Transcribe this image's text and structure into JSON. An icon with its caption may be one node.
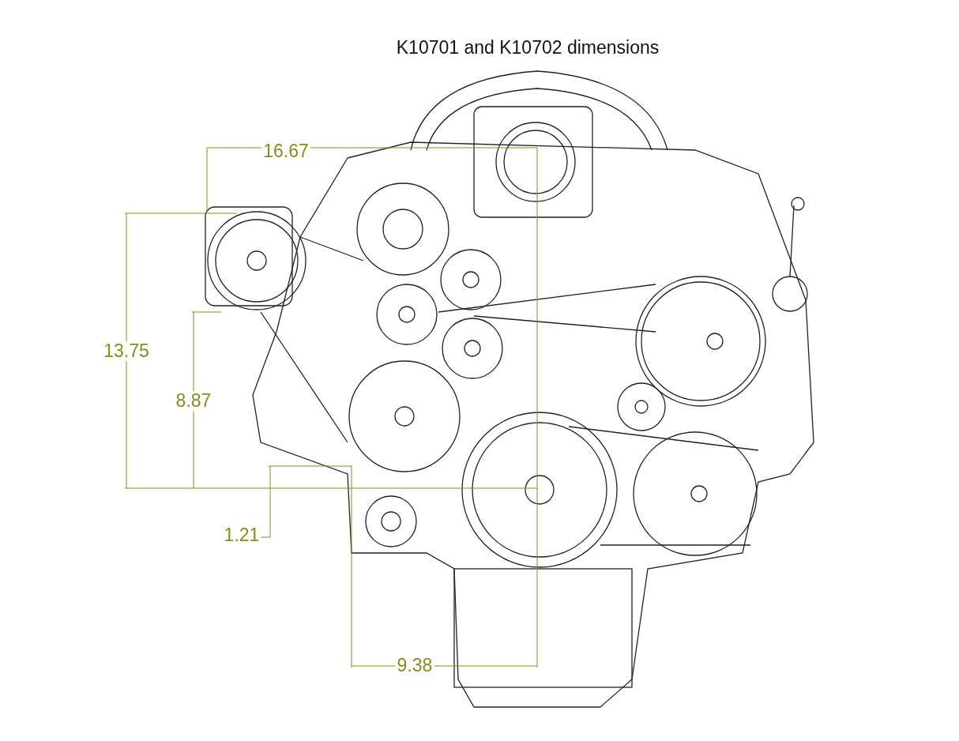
{
  "diagram": {
    "title": "K10701 and K10702 dimensions",
    "labels": [
      "16.67",
      "13.75",
      "8.87",
      "1.21",
      "9.38"
    ]
  }
}
